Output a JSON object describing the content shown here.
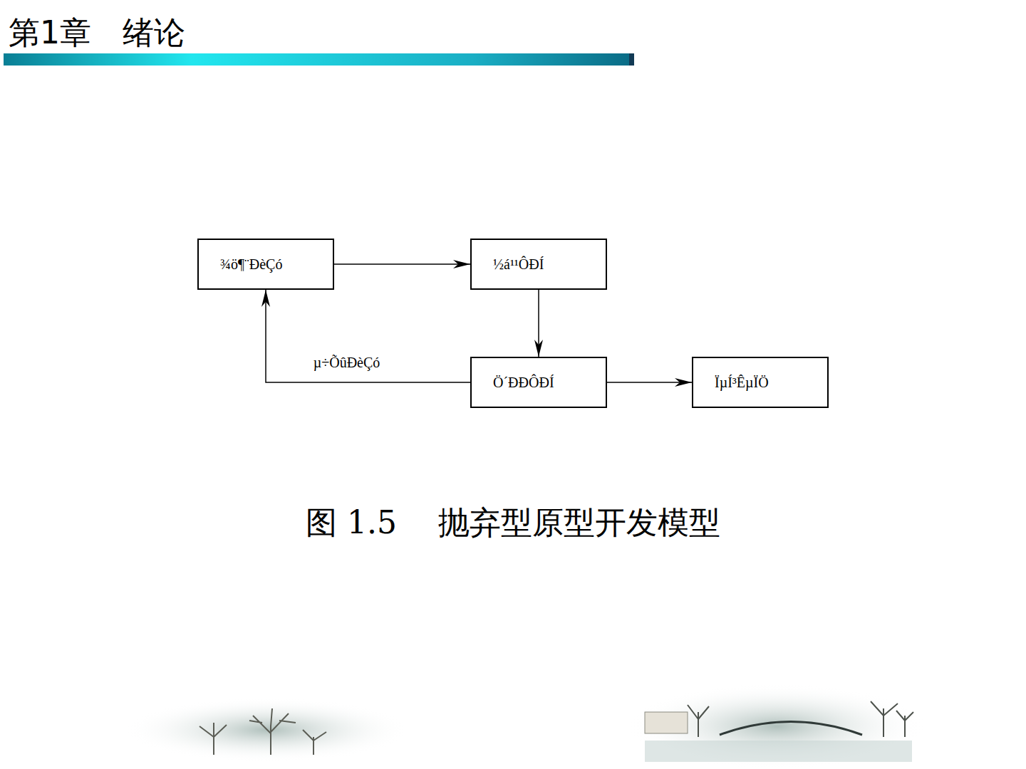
{
  "diagram": {
    "title": "第1章　绪论",
    "caption": "图 1.5　 抛弃型原型开发模型",
    "nodes": [
      {
        "text": [
          "¾ö¶¨ÐèÇó"
        ]
      },
      {
        "text": [
          "½á¹¹ÔÐÍ"
        ]
      },
      {
        "text": [
          "Ö´ÐÐÔÐÍ"
        ]
      },
      {
        "text": [
          "ÏµÍ³ÊµÏÖ"
        ]
      }
    ],
    "edges": [
      {
        "from": 0,
        "to": 1,
        "arrow": "to"
      },
      {
        "from": 1,
        "to": 2,
        "arrow": "to"
      },
      {
        "from": 2,
        "to": 0,
        "label": "µ÷ÕûÐèÇó",
        "arrow": "to"
      },
      {
        "from": 2,
        "to": 3,
        "arrow": "to"
      }
    ]
  }
}
